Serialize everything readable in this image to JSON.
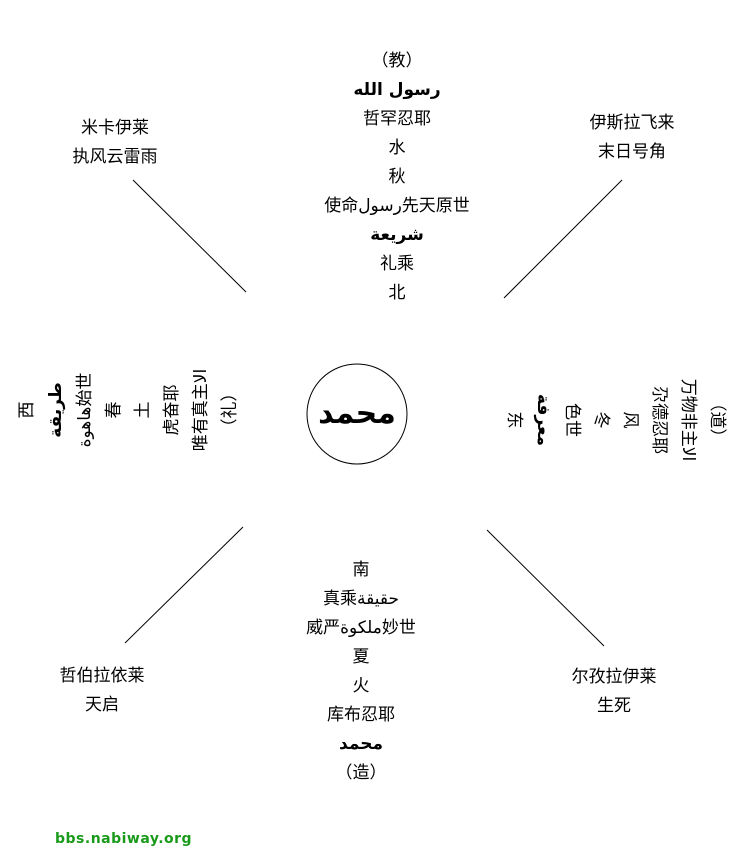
{
  "center": "محمد",
  "top": [
    "（教）",
    "رسول الله",
    "哲罕忍耶",
    "水",
    "秋",
    "使命رسول先天原世",
    "شريعة",
    "礼乘",
    "北"
  ],
  "bottom": [
    "南",
    "真乘حقيقة",
    "威严ملكوة妙世",
    "夏",
    "火",
    "库布忍耶",
    "محمد",
    "（造）"
  ],
  "left": [
    "（礼）",
    "唯有真主الا",
    "虎奋耶",
    "土",
    "春",
    "هاهوة始世",
    "طريقة",
    "西"
  ],
  "right": [
    "（道）",
    "万物非主الا",
    "尕德忍耶",
    "风",
    "冬",
    "色世",
    "معرفة",
    "东"
  ],
  "corners": {
    "top_left": [
      "米卡伊莱",
      "执风云雷雨"
    ],
    "top_right": [
      "伊斯拉飞来",
      "末日号角"
    ],
    "bottom_left": [
      "哲伯拉依莱",
      "天启"
    ],
    "bottom_right": [
      "尔孜拉伊莱",
      "生死"
    ]
  },
  "footer": "bbs.nabiway.org",
  "colors": {
    "footer": "#1a9a1a",
    "lines": "#000000"
  }
}
